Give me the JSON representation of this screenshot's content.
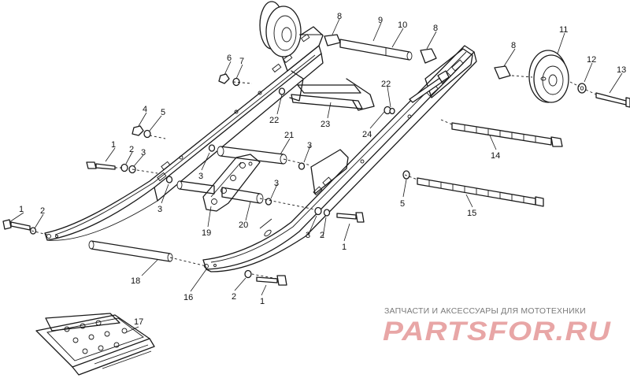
{
  "diagram": {
    "callouts": {
      "c1a": "1",
      "c1b": "1",
      "c1c": "1",
      "c1d": "1",
      "c2a": "2",
      "c2b": "2",
      "c2c": "2",
      "c2d": "2",
      "c3a": "3",
      "c3b": "3",
      "c3c": "3",
      "c3d": "3",
      "c3e": "3",
      "c3f": "3",
      "c4": "4",
      "c5a": "5",
      "c5b": "5",
      "c6": "6",
      "c7": "7",
      "c8a": "8",
      "c8b": "8",
      "c8c": "8",
      "c9": "9",
      "c10": "10",
      "c11": "11",
      "c12": "12",
      "c13": "13",
      "c14": "14",
      "c15": "15",
      "c16": "16",
      "c17": "17",
      "c18": "18",
      "c19": "19",
      "c20": "20",
      "c21": "21",
      "c22a": "22",
      "c22b": "22",
      "c23": "23",
      "c24": "24"
    }
  },
  "watermark": {
    "tagline": "ЗАПЧАСТИ И АКСЕССУАРЫ ДЛЯ МОТОТЕХНИКИ",
    "logo_text": "PARTSFOR.RU",
    "logo_color": "#e8a6a6"
  }
}
